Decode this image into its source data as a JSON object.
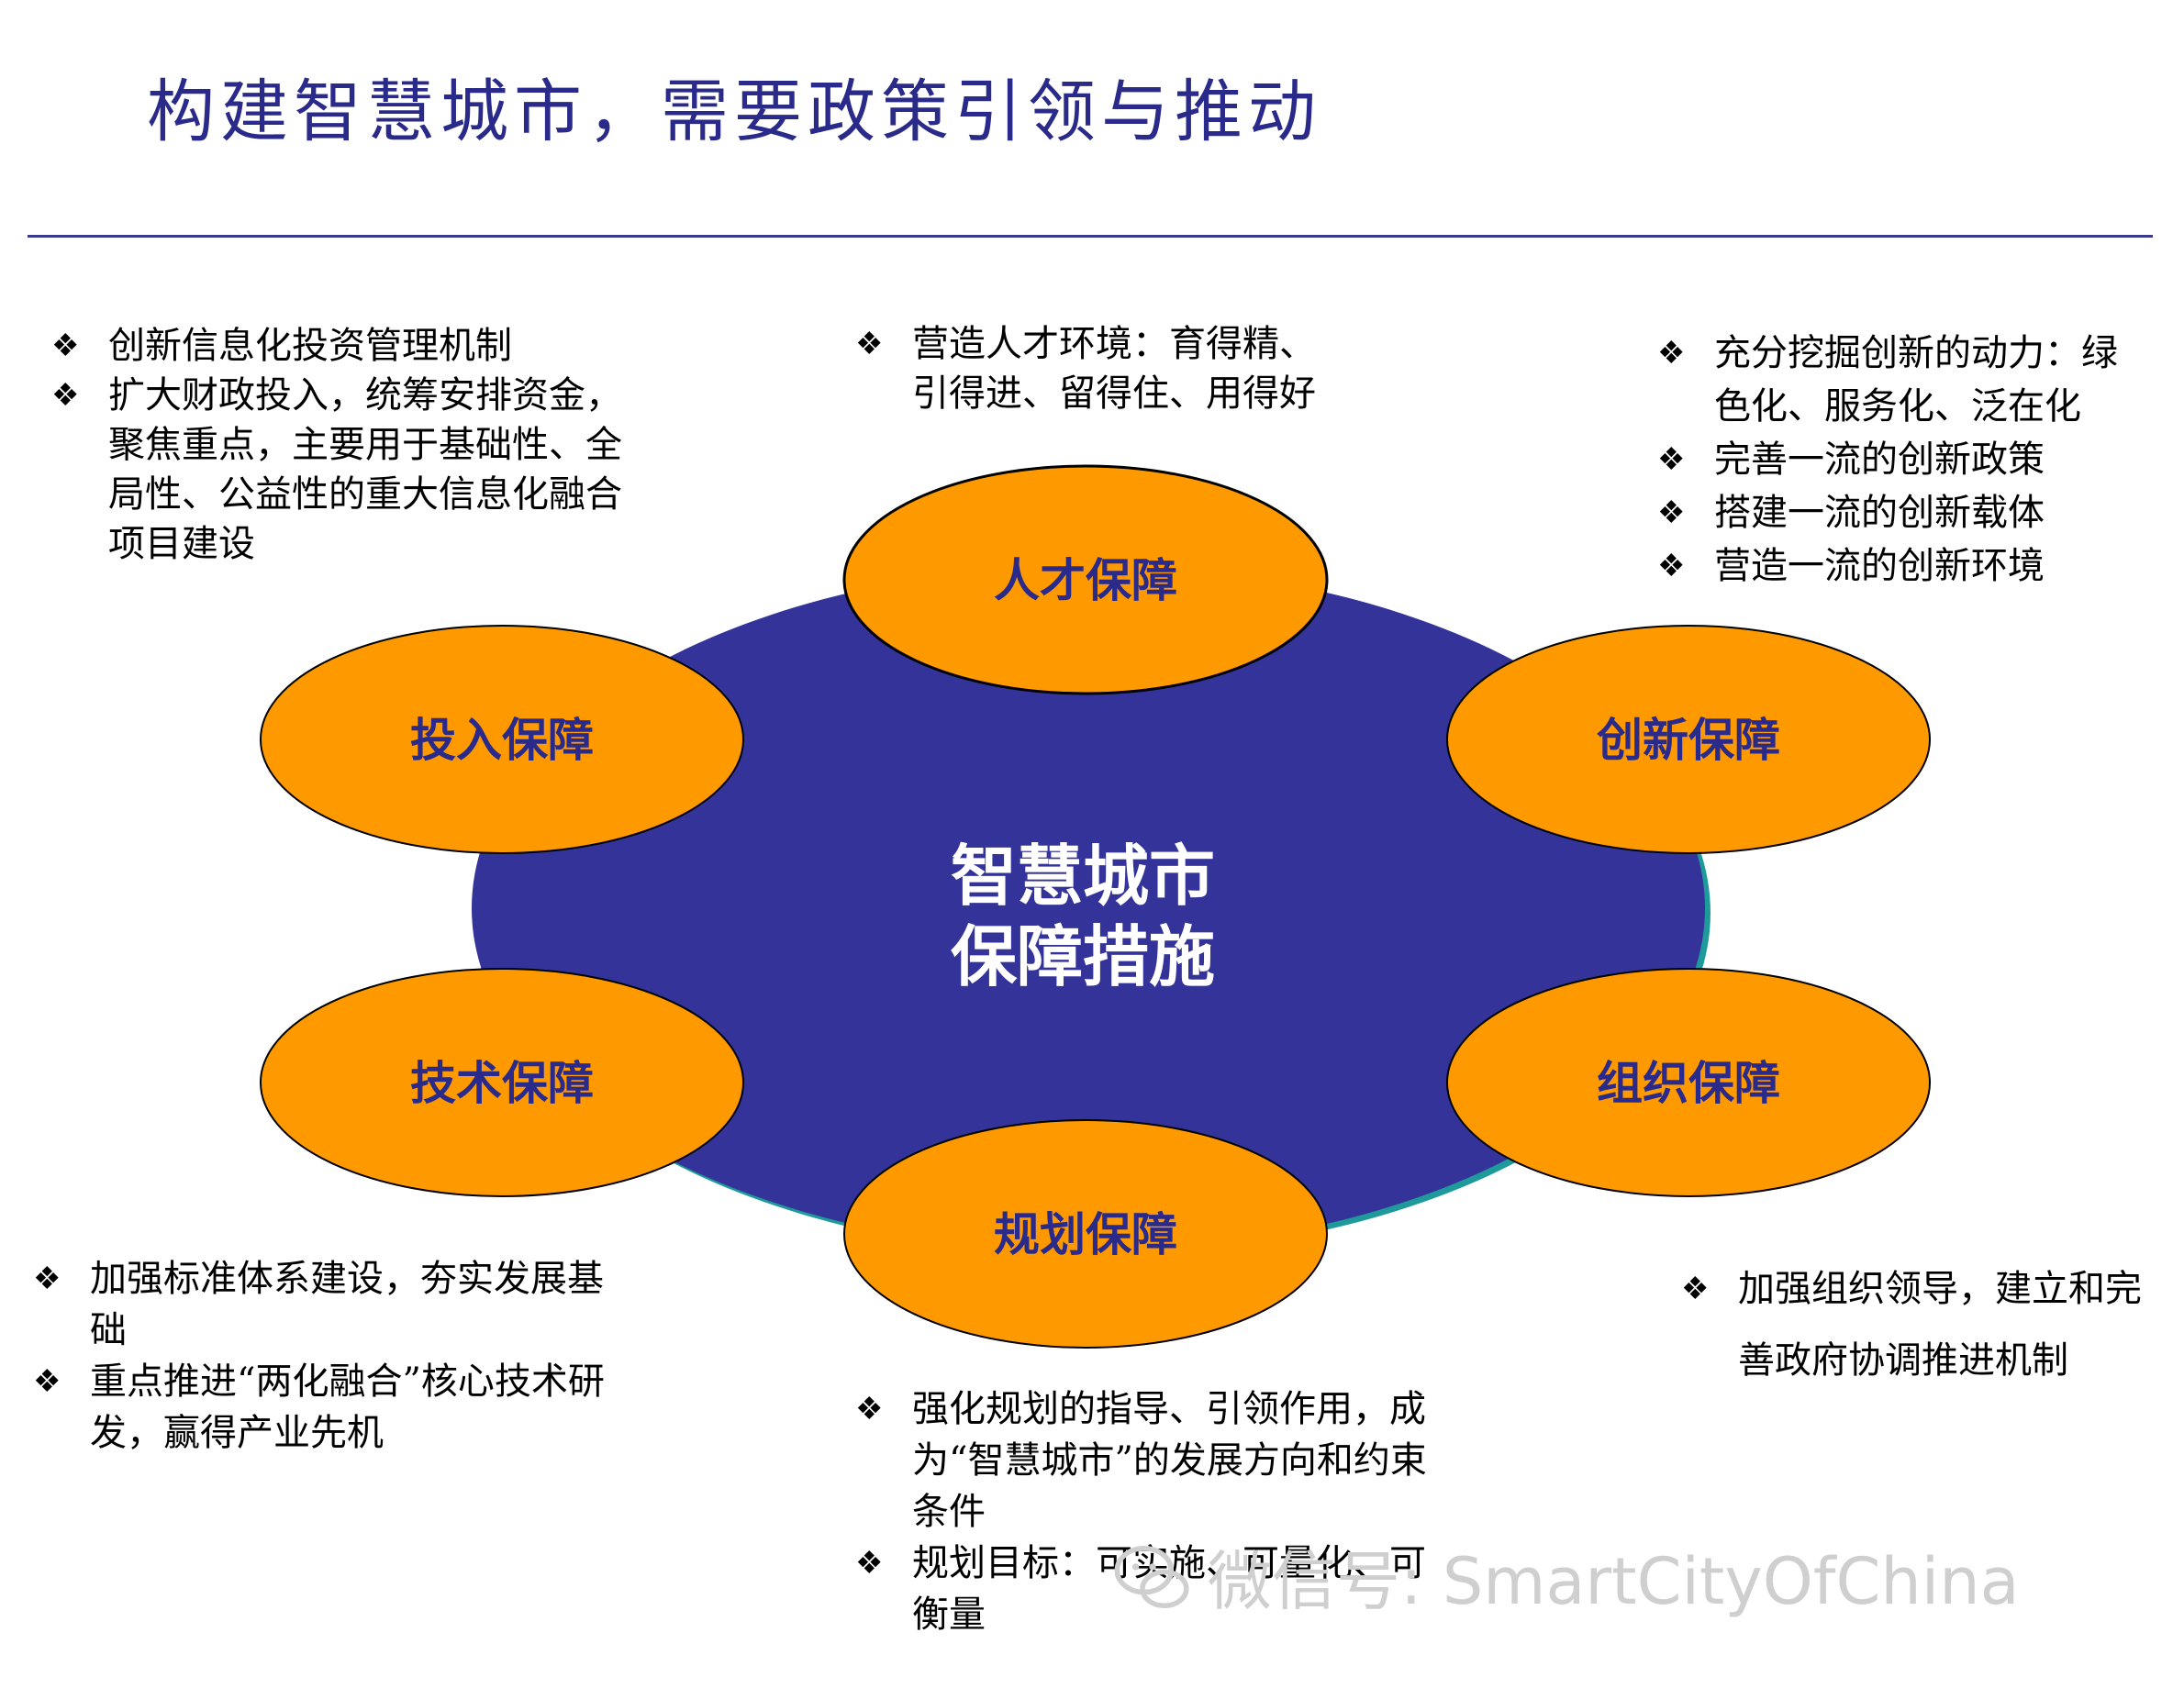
{
  "title": "构建智慧城市，需要政策引领与推动",
  "center": {
    "line1": "智慧城市",
    "line2": "保障措施"
  },
  "nodes": {
    "talent": "人才保障",
    "investment": "投入保障",
    "innovation": "创新保障",
    "technology": "技术保障",
    "organization": "组织保障",
    "planning": "规划保障"
  },
  "bullet_mark": "❖",
  "notes": {
    "investment": [
      "创新信息化投资管理机制",
      "扩大财政投入，统筹安排资金，聚焦重点，主要用于基础性、全局性、公益性的重大信息化融合项目建设"
    ],
    "talent": [
      "营造人才环境：育得精、引得进、留得住、用得好"
    ],
    "innovation": [
      "充分挖掘创新的动力：绿色化、服务化、泛在化",
      "完善一流的创新政策",
      "搭建一流的创新载体",
      "营造一流的创新环境"
    ],
    "technology": [
      "加强标准体系建设，夯实发展基础",
      "重点推进“两化融合”核心技术研发，赢得产业先机"
    ],
    "planning": [
      "强化规划的指导、引领作用，成为“智慧城市”的发展方向和约束条件",
      "规划目标：可实施、可量化、可衡量"
    ],
    "organization": [
      "加强组织领导，建立和完善政府协调推进机制"
    ]
  },
  "watermark": "微信号: SmartCityOfChina",
  "colors": {
    "title": "#2a2a8a",
    "center_fill": "#333399",
    "center_rim": "#1f9a9a",
    "node_fill": "#ff9900",
    "node_text": "#2a2a8a",
    "node_outline": "#000000"
  }
}
